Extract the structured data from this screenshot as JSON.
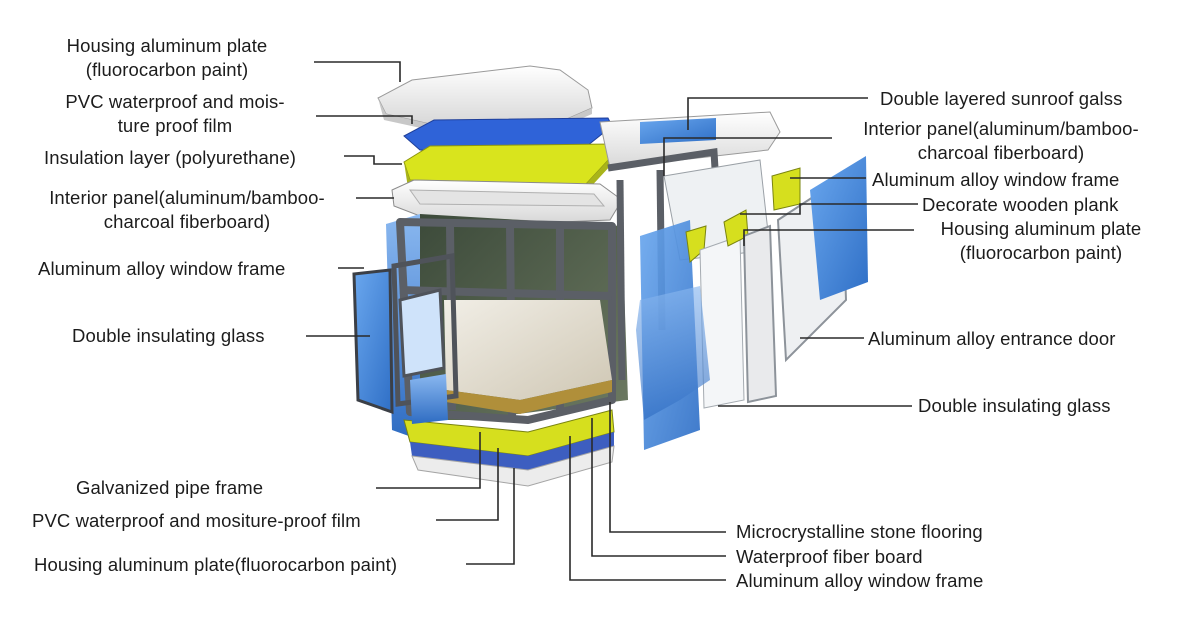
{
  "labels": {
    "housing_plate_top": "Housing aluminum plate\n(fluorocarbon paint)",
    "pvc_film_top": "PVC waterproof and mois-\nture proof film",
    "insulation_layer": "Insulation layer (polyurethane)",
    "interior_panel_left": "Interior panel(aluminum/bamboo-\ncharcoal fiberboard)",
    "window_frame_left": "Aluminum alloy window frame",
    "insulating_glass_left": "Double insulating glass",
    "galvanized_frame": "Galvanized pipe frame",
    "pvc_film_bottom": "PVC waterproof and mositure-proof film",
    "housing_plate_bottom": "Housing aluminum plate(fluorocarbon paint)",
    "sunroof_glass": "Double layered sunroof galss",
    "interior_panel_right": "Interior panel(aluminum/bamboo-\ncharcoal fiberboard)",
    "window_frame_right_top": "Aluminum alloy window frame",
    "wooden_plank": "Decorate wooden plank",
    "housing_plate_right": "Housing aluminum plate\n(fluorocarbon paint)",
    "entrance_door": "Aluminum alloy entrance door",
    "insulating_glass_right": "Double insulating glass",
    "stone_flooring": "Microcrystalline stone flooring",
    "fiber_board": "Waterproof fiber board",
    "window_frame_bottom": "Aluminum alloy window frame"
  },
  "colors": {
    "glass_blue": "#3d7fd6",
    "insulation_yellow": "#d4e21a",
    "frame_gray": "#6b6f75",
    "panel_white": "#f2f2f2",
    "floor_beige": "#d9d3c4",
    "leader_line": "#2a2a2a"
  }
}
